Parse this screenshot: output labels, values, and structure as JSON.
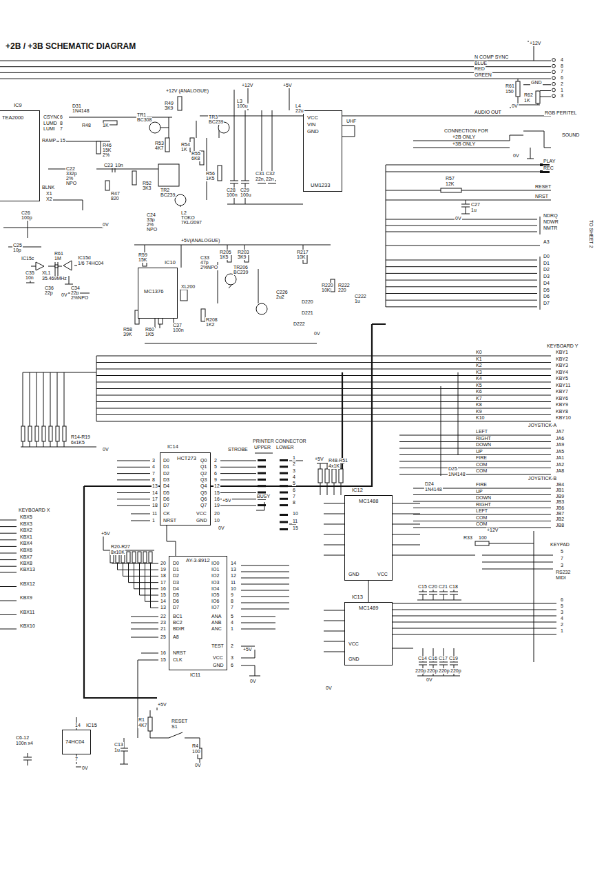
{
  "diagram": {
    "title": "+2B / +3B SCHEMATIC DIAGRAM",
    "nodes": [
      {
        "text": [
          "IC9",
          "TEA2000"
        ]
      },
      {
        "text": [
          "VCC",
          "VIN",
          "GND",
          "UM1233"
        ]
      },
      {
        "text": [
          "IC10",
          "MC1376"
        ]
      },
      {
        "text": [
          "IC14",
          "HCT273"
        ]
      },
      {
        "text": [
          "AY-3-8912",
          "IC11"
        ]
      },
      {
        "text": [
          "IC12",
          "MC1488"
        ]
      },
      {
        "text": [
          "IC13",
          "MC1489"
        ]
      },
      {
        "text": [
          "IC15",
          "74HC04"
        ]
      }
    ],
    "edges": [
      {
        "from": 3,
        "to": 4,
        "arrow": "none"
      },
      {
        "from": 5,
        "to": 6,
        "arrow": "none"
      }
    ],
    "labels": [
      "+12V",
      "N COMP SYNC",
      "BLUE",
      "RED",
      "GREEN",
      "4",
      "8",
      "7",
      "6",
      "2",
      "1",
      "3",
      "GND",
      "R61",
      "150",
      "R62",
      "1K",
      "0V",
      "AUDIO OUT",
      "RGB PERITEL",
      "CONNECTION FOR",
      "+2B ONLY",
      "+3B ONLY",
      "SOUND",
      "0V",
      "PLAY",
      "REC",
      "R57",
      "12K",
      "RESET",
      "NRST",
      "C27",
      "1u",
      "0V",
      "NDRQ",
      "NDWR",
      "NMTR",
      "TO SHEET 2",
      "A3",
      "D0",
      "D1",
      "D2",
      "D3",
      "D4",
      "D5",
      "D6",
      "D7",
      "KEYBOARD Y",
      "K0",
      "K1",
      "K2",
      "K3",
      "K4",
      "K5",
      "K6",
      "K7",
      "K8",
      "K9",
      "K10",
      "KBY1",
      "KBY2",
      "KBY3",
      "KBY4",
      "KBY5",
      "KBY11",
      "KBY7",
      "KBY6",
      "KBY9",
      "KBY8",
      "KBY10",
      "JOYSTICK-A",
      "LEFT",
      "RIGHT",
      "DOWN",
      "UP",
      "FIRE",
      "COM",
      "COM",
      "JA7",
      "JA6",
      "JA9",
      "JA5",
      "JA1",
      "JA2",
      "JA8",
      "JOYSTICK-B",
      "FIRE",
      "UP",
      "DOWN",
      "RIGHT",
      "LEFT",
      "COM",
      "COM",
      "JB4",
      "JB1",
      "JB9",
      "JB3",
      "JB6",
      "JB7",
      "JB2",
      "JB8",
      "KEYPAD",
      "5",
      "7",
      "3",
      "RS232",
      "MIDI",
      "6",
      "5",
      "3",
      "4",
      "2",
      "1",
      "+12V",
      "R33",
      "100",
      "C15",
      "C20",
      "C21",
      "C18",
      "C14",
      "C16",
      "C17",
      "C19",
      "220p",
      "220p",
      "220p",
      "220p",
      "0V",
      "0V",
      "+5V",
      "R48-R51",
      "4x1K",
      "D25",
      "1N4148",
      "D24",
      "1N4148",
      "GND",
      "VCC",
      "VCC",
      "GND",
      "CSYNC",
      "LUMD",
      "LUMI",
      "RAMP",
      "BLNK",
      "X1",
      "X2",
      "6",
      "8",
      "7",
      "15",
      "D31",
      "1N4148",
      "R48",
      "1K",
      "R46",
      "15K",
      "2%",
      "C23",
      "10n",
      "C22",
      "332p",
      "2%",
      "NPO",
      "R47",
      "820",
      "R52",
      "3K3",
      "R53",
      "4K7",
      "R49",
      "3K9",
      "+12V (ANALOGUE)",
      "TR1",
      "BC308",
      "R54",
      "1K",
      "TR3",
      "BC239",
      "R55",
      "6K8",
      "R56",
      "1K5",
      "TR2",
      "BC239",
      "L2",
      "TOKO",
      "7KL/2097",
      "C24",
      "33p",
      "2%",
      "NPO",
      "+12V",
      "L3",
      "100u",
      "+5V",
      "L4",
      "22u",
      "C28",
      "100n",
      "C29",
      "100u",
      "C31",
      "C32",
      "22n",
      "22n",
      "UHF",
      "C26",
      "100p",
      "0V",
      "C25",
      "10p",
      "IC15c",
      "IC15d",
      "1/6 74HC04",
      "R61",
      "1M",
      "C35",
      "10n",
      "XL1",
      "35.469MHz",
      "C36",
      "22p",
      "0V",
      "C34",
      "22p",
      "2%NPO",
      "+5V(ANALOGUE)",
      "R59",
      "15K",
      "C33",
      "47p",
      "2%NPO",
      "XL200",
      "R58",
      "39K",
      "R60",
      "1K5",
      "C37",
      "100n",
      "R208",
      "1K2",
      "R205",
      "1K5",
      "R203",
      "3K9",
      "R217",
      "10K",
      "TR206",
      "BC239",
      "C226",
      "2u2",
      "R220",
      "10K",
      "R222",
      "220",
      "D220",
      "D221",
      "D222",
      "C222",
      "1u",
      "0V",
      "D0",
      "D1",
      "D2",
      "D3",
      "D4",
      "D5",
      "D6",
      "D7",
      "CK",
      "NRST",
      "3",
      "4",
      "7",
      "8",
      "13",
      "14",
      "17",
      "18",
      "11",
      "1",
      "Q0",
      "Q1",
      "Q2",
      "Q3",
      "Q4",
      "Q5",
      "Q6",
      "Q7",
      "VCC",
      "GND",
      "2",
      "5",
      "6",
      "9",
      "12",
      "15",
      "16",
      "19",
      "20",
      "10",
      "STROBE",
      "PRINTER CONNECTOR",
      "UPPER",
      "LOWER",
      "1",
      "2",
      "3",
      "4",
      "5",
      "6",
      "7",
      "8",
      "10",
      "11",
      "15",
      "BUSY",
      "+5V",
      "0V",
      "+5V",
      "R20-R27",
      "8x10K",
      "20",
      "19",
      "18",
      "17",
      "16",
      "15",
      "14",
      "13",
      "D0",
      "D1",
      "D2",
      "D3",
      "D4",
      "D5",
      "D6",
      "D7",
      "22",
      "23",
      "21",
      "BC1",
      "BC2",
      "BDIR",
      "25",
      "A8",
      "16",
      "15",
      "NRST",
      "CLK",
      "IO0",
      "IO1",
      "IO2",
      "IO3",
      "IO4",
      "IO5",
      "IO6",
      "IO7",
      "14",
      "13",
      "12",
      "11",
      "10",
      "9",
      "8",
      "7",
      "ANA",
      "ANB",
      "ANC",
      "5",
      "4",
      "1",
      "TEST",
      "2",
      "VCC",
      "GND",
      "3",
      "6",
      "+5V",
      "0V",
      "KEYBOARD X",
      "KBX5",
      "KBX3",
      "KBX2",
      "KBX1",
      "KBX4",
      "KBX6",
      "KBX7",
      "KBX8",
      "KBX13",
      "KBX12",
      "KBX9",
      "KBX11",
      "KBX10",
      "R14-R19",
      "6x1K5",
      "0V",
      "+5V",
      "R1",
      "4K7",
      "RESET",
      "S1",
      "C13",
      "1u",
      "R4",
      "100",
      "0V",
      "14",
      "7",
      "C6-12",
      "100n x4",
      "0V"
    ]
  }
}
